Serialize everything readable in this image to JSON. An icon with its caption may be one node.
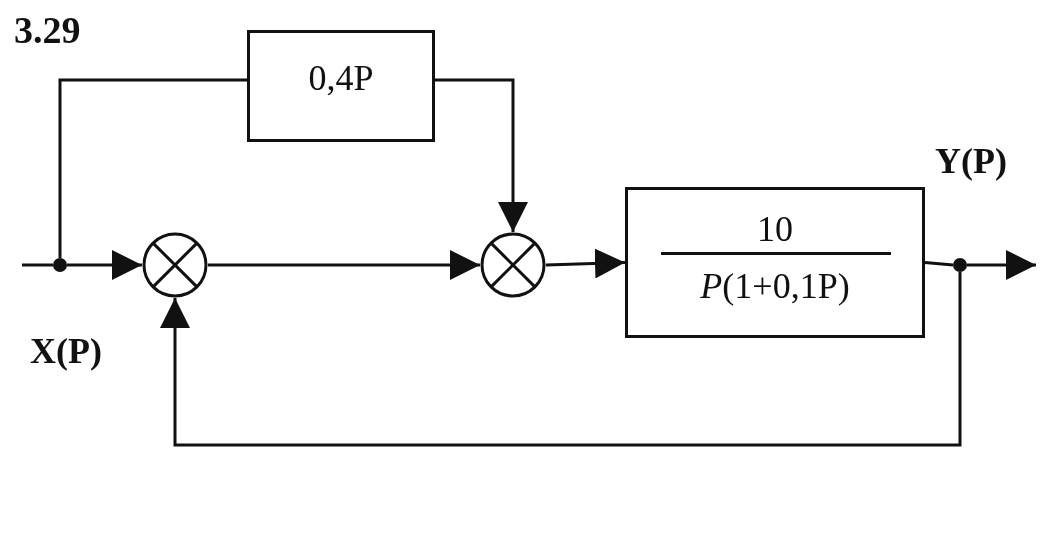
{
  "diagram": {
    "nodes": [
      {
        "text": [
          "0,4P"
        ]
      },
      {
        "text": [],
        "shape": "circle"
      },
      {
        "text": [],
        "shape": "circle"
      },
      {
        "text": [
          "10",
          "*P*(1+0,1P)"
        ]
      },
      {
        "text": [],
        "shape": "dot"
      },
      {
        "text": [],
        "shape": "dot"
      }
    ],
    "edges": [
      {
        "from": null,
        "to": 4,
        "arrow": "none"
      },
      {
        "from": 4,
        "to": 1,
        "arrow": "to"
      },
      {
        "from": 4,
        "to": 0,
        "arrow": "none"
      },
      {
        "from": 0,
        "to": 2,
        "arrow": "to"
      },
      {
        "from": 1,
        "to": 2,
        "arrow": "to"
      },
      {
        "from": 2,
        "to": 3,
        "arrow": "to"
      },
      {
        "from": 3,
        "to": 5,
        "arrow": "none"
      },
      {
        "from": 5,
        "to": null,
        "arrow": "to"
      },
      {
        "from": 5,
        "to": 1,
        "arrow": "to"
      }
    ],
    "labels": [
      "3.29",
      "Y(P)",
      "X(P)"
    ]
  }
}
